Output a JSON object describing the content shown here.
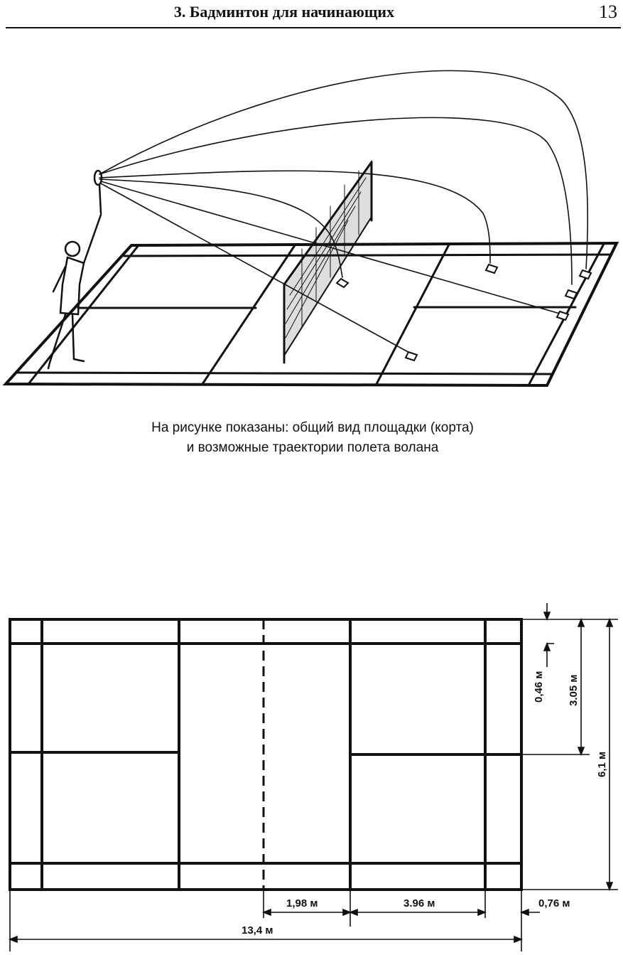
{
  "header": {
    "title": "3. Бадминтон для начинающих",
    "page_number": "13"
  },
  "caption": {
    "line1": "На рисунке показаны: общий вид площадки (корта)",
    "line2": "и возможные траектории полета волана"
  },
  "dimensions": {
    "service_short": "1,98 м",
    "back_service": "3.96 м",
    "back_gap": "0,76 м",
    "total_length": "13,4 м",
    "side_alley": "0,46 м",
    "half_width": "3.05 м",
    "full_width": "6,1 м"
  }
}
